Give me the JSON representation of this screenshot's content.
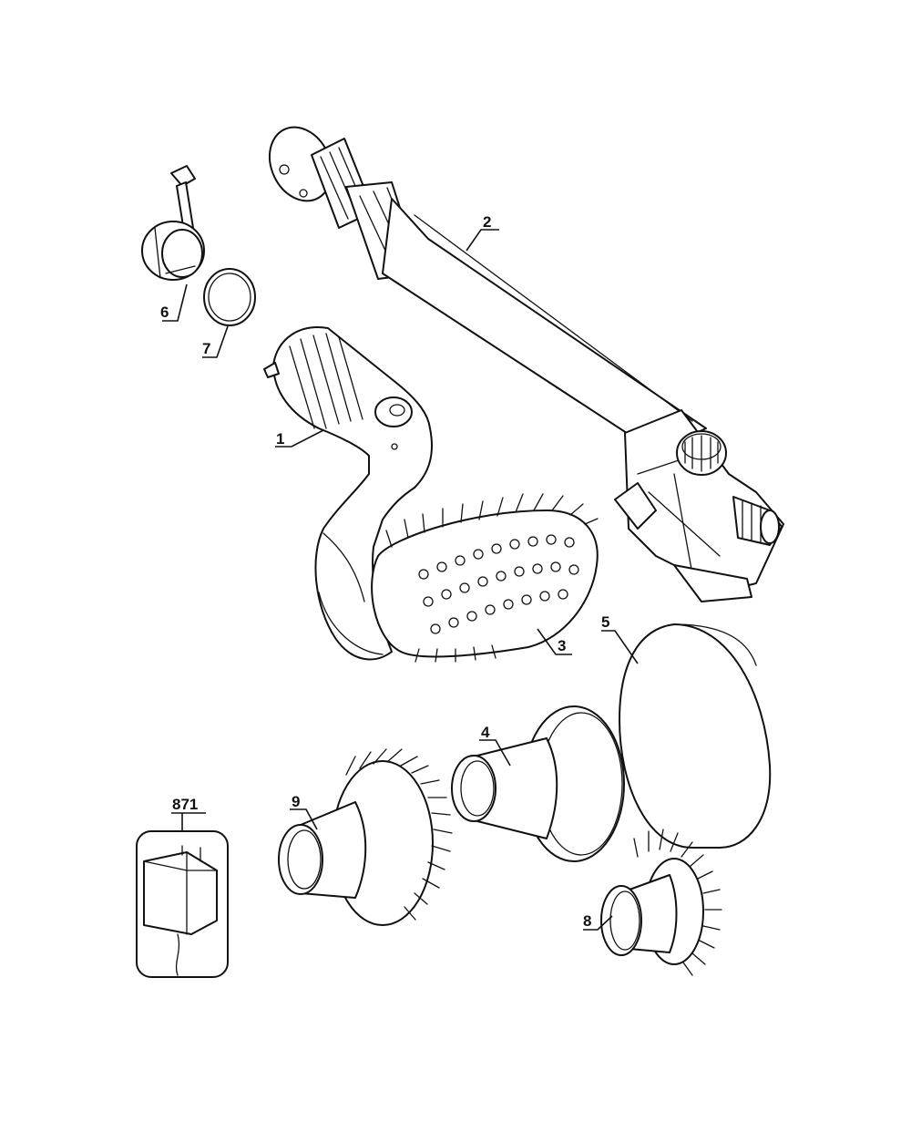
{
  "callouts": {
    "p1": "1",
    "p2": "2",
    "p3": "3",
    "p4": "4",
    "p5": "5",
    "p6": "6",
    "p7": "7",
    "p8": "8",
    "p9": "9",
    "p871": "871"
  },
  "colors": {
    "line": "#111111",
    "fill": "#ffffff",
    "shade": "#e9e9e9"
  }
}
